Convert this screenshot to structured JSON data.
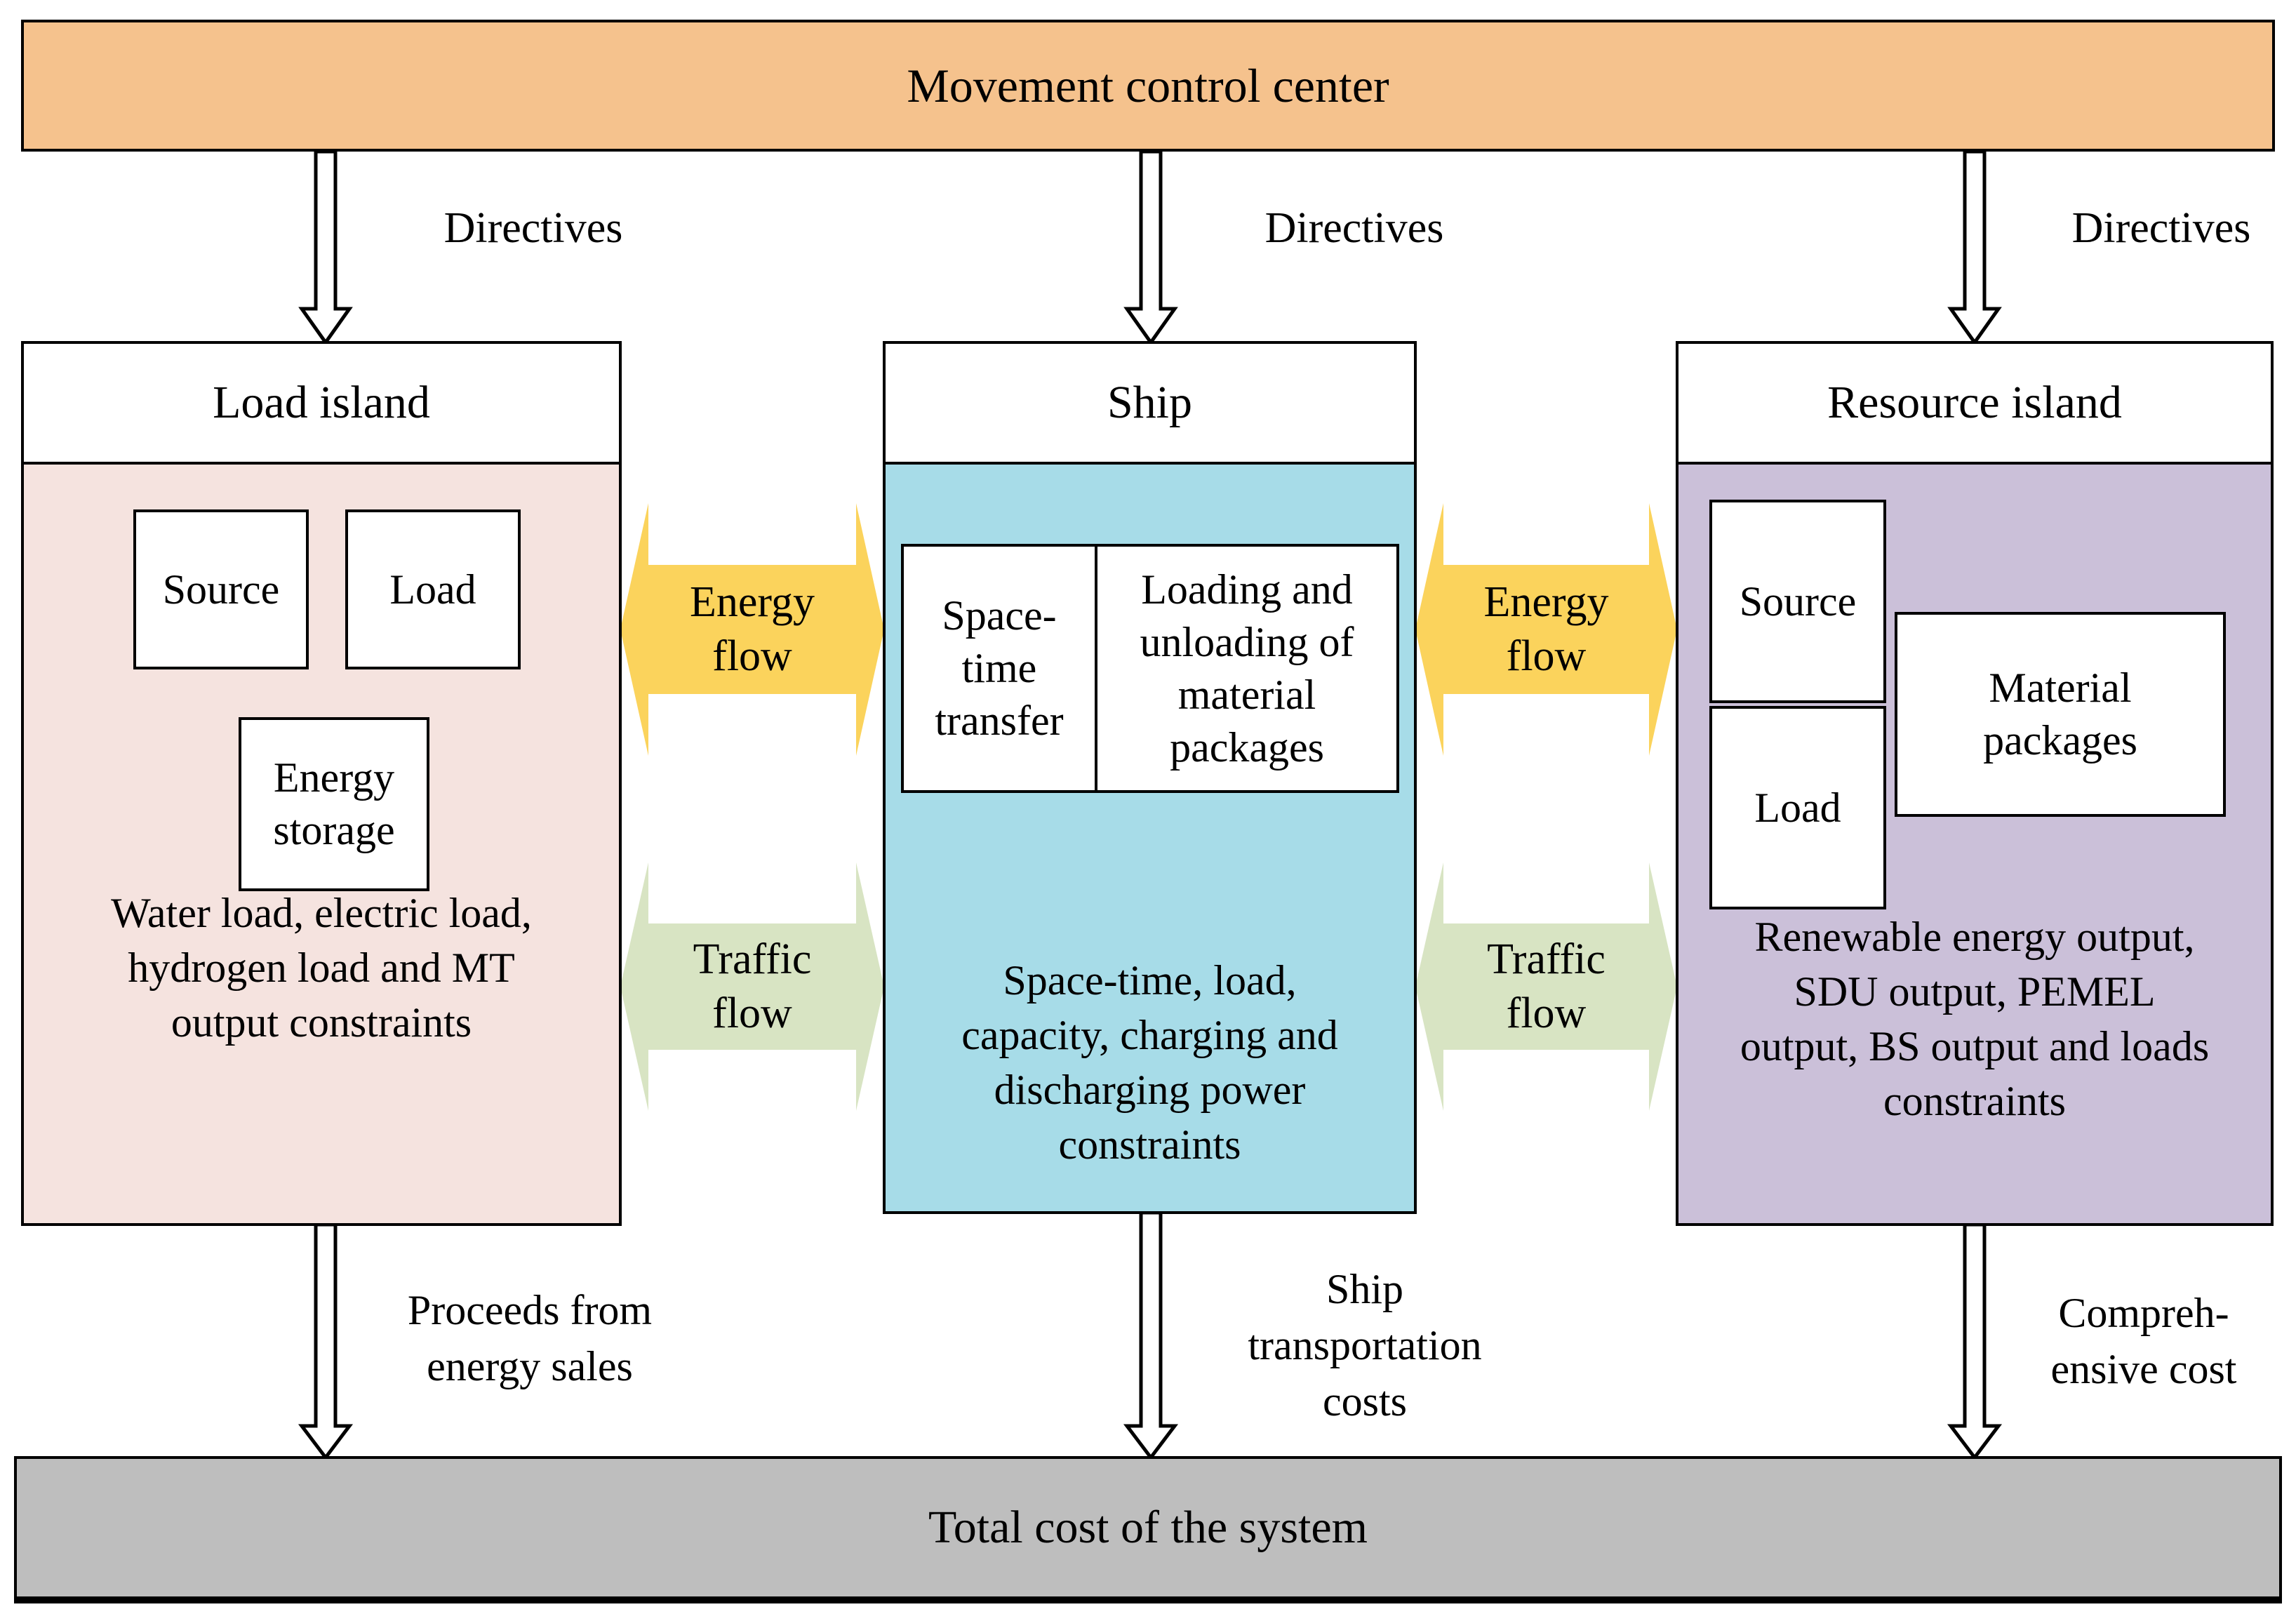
{
  "colors": {
    "control-center": "#F5C28D",
    "load-island": "#F5E3DF",
    "ship": "#A7DCE8",
    "resource-island": "#CBC0D9",
    "energy-flow": "#FBD35C",
    "traffic-flow": "#D8E4C3",
    "total-cost": "#BEBEBE"
  },
  "control_center": {
    "label": "Movement control center"
  },
  "directives": {
    "label": "Directives"
  },
  "flows": {
    "energy_lines": [
      "Energy",
      "flow"
    ],
    "traffic_lines": [
      "Traffic",
      "flow"
    ]
  },
  "load_island": {
    "title": "Load island",
    "source_label": "Source",
    "load_label": "Load",
    "storage_lines": [
      "Energy",
      "storage"
    ],
    "constraint_lines": [
      "Water load, electric load,",
      "hydrogen load and MT",
      "output constraints"
    ],
    "output_lines": [
      "Proceeds from",
      "energy sales"
    ]
  },
  "ship": {
    "title": "Ship",
    "left_cell_lines": [
      "Space-",
      "time",
      "transfer"
    ],
    "right_cell_lines": [
      "Loading and",
      "unloading of",
      "material",
      "packages"
    ],
    "constraint_lines": [
      "Space-time, load,",
      "capacity, charging and",
      "discharging power",
      "constraints"
    ],
    "output_lines": [
      "Ship",
      "transportation",
      "costs"
    ]
  },
  "resource_island": {
    "title": "Resource island",
    "source_label": "Source",
    "load_label": "Load",
    "material_lines": [
      "Material",
      "packages"
    ],
    "constraint_lines": [
      "Renewable energy output,",
      "SDU output, PEMEL",
      "output, BS output and loads",
      "constraints"
    ],
    "output_lines": [
      "Compreh-",
      "ensive cost"
    ]
  },
  "total": {
    "label": "Total cost of the system"
  }
}
